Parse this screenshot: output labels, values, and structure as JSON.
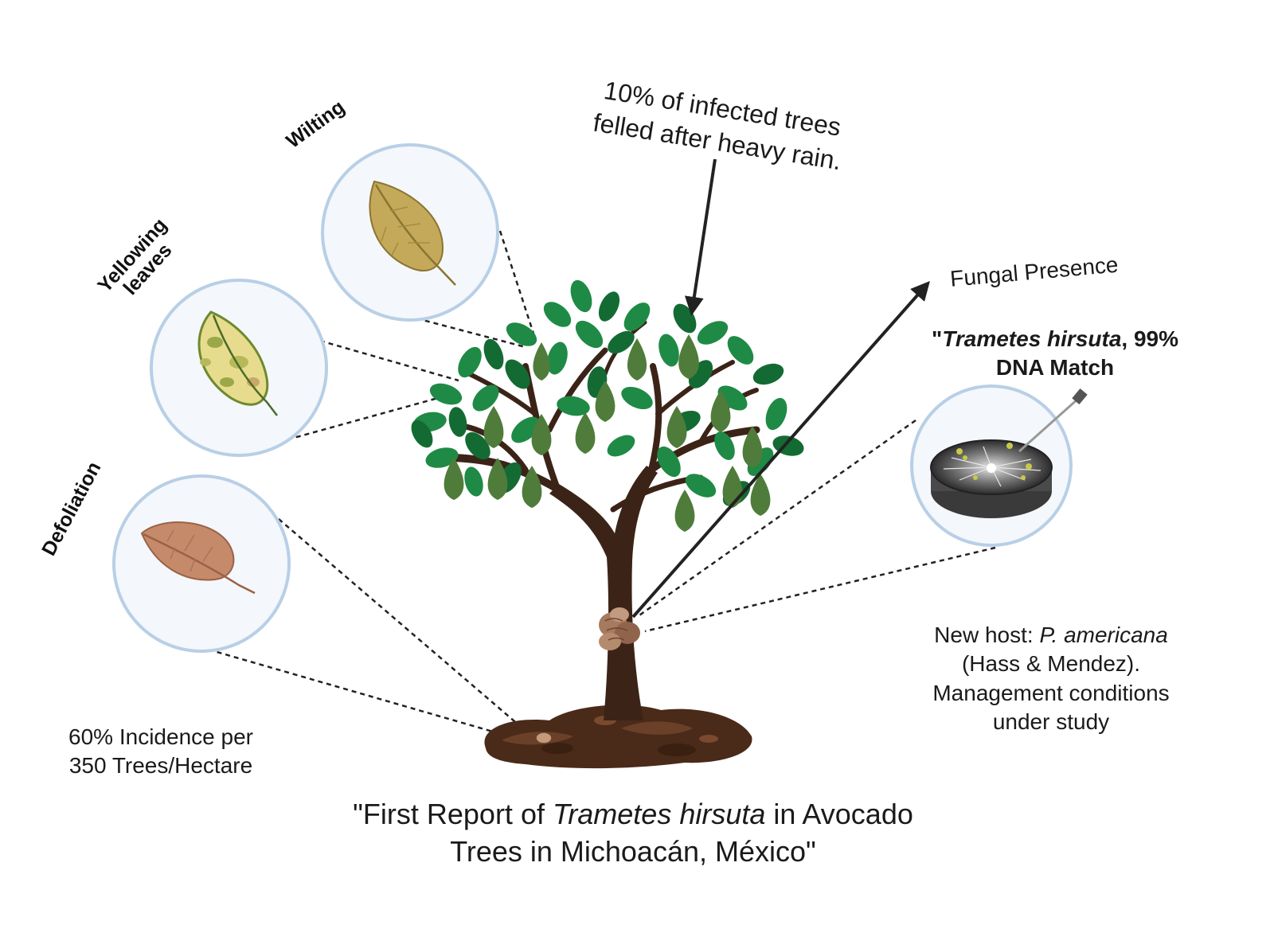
{
  "labels": {
    "wilting": "Wilting",
    "yellowing_line1": "Yellowing",
    "yellowing_line2": "leaves",
    "defoliation": "Defoliation"
  },
  "felled": {
    "line1": "10% of infected trees",
    "line2": "felled after heavy rain."
  },
  "fungal": {
    "label": "Fungal Presence",
    "quote_open": "\"",
    "species": "Trametes hirsuta",
    "match_suffix": ", 99%",
    "match_line2": "DNA Match"
  },
  "host": {
    "line1_prefix": "New host: ",
    "line1_species": "P. americana",
    "line2": "(Hass & Mendez).",
    "line3": "Management conditions",
    "line4": "under study"
  },
  "incidence": {
    "line1": "60% Incidence per",
    "line2": "350 Trees/Hectare"
  },
  "title": {
    "prefix": "\"First Report of ",
    "species": "Trametes hirsuta",
    "suffix": " in Avocado",
    "line2": "Trees in Michoacán, México\""
  },
  "colors": {
    "bubble_stroke": "#b8cfe6",
    "bubble_fill": "#f4f7fb",
    "leaf_green": "#1f8a45",
    "leaf_dark": "#136b33",
    "avocado": "#4f7c3a",
    "trunk": "#3b2417",
    "soil": "#4a2a18",
    "wilt_leaf": "#c4a95a",
    "dry_leaf": "#c58a6a"
  }
}
